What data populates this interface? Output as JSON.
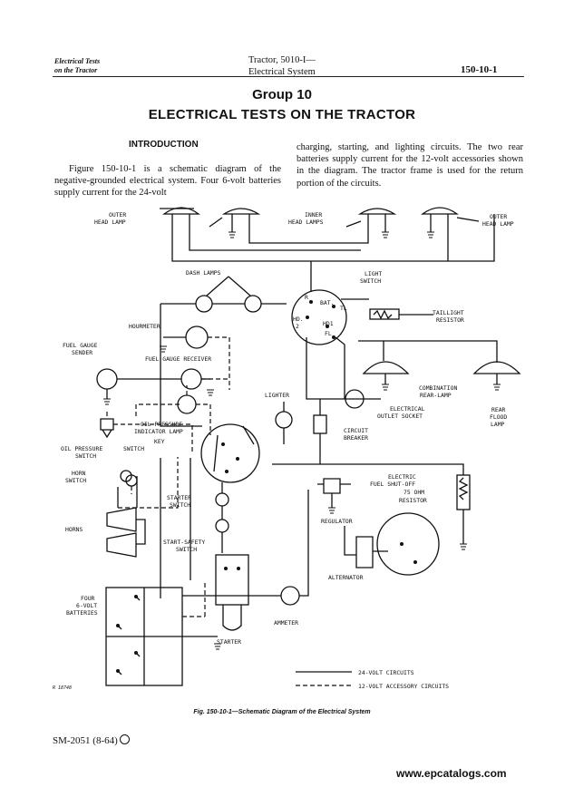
{
  "header": {
    "left_line1": "Electrical Tests",
    "left_line2": "on the Tractor",
    "center_line1": "Tractor, 5010-I—",
    "center_line2": "Electrical System",
    "right": "150-10-1"
  },
  "group_title": "Group 10",
  "section_title": "ELECTRICAL TESTS ON THE TRACTOR",
  "intro_heading": "INTRODUCTION",
  "para_left": "Figure 150-10-1 is a schematic diagram of the negative-grounded electrical system. Four 6-volt batteries supply current for the 24-volt",
  "para_right": "charging, starting, and lighting circuits. The two rear batteries supply current for the 12-volt accessories shown in the diagram. The tractor frame is used for the return portion of the circuits.",
  "diagram_labels": {
    "outer_head_lamp_l1": "OUTER",
    "outer_head_lamp_l2": "HEAD LAMP",
    "inner_head_lamps_l1": "INNER",
    "inner_head_lamps_l2": "HEAD LAMPS",
    "outer_head_lamp_r1": "OUTER",
    "outer_head_lamp_r2": "HEAD LAMP",
    "dash_lamps": "DASH LAMPS",
    "light_switch_l1": "LIGHT",
    "light_switch_l2": "SWITCH",
    "sw_r": "R",
    "sw_bat": "BAT.",
    "sw_tl": "TL",
    "sw_hd2_1": "HD.",
    "sw_hd2_2": "2",
    "sw_hd1": "HD1",
    "sw_fl": "FL",
    "taillight_l1": "TAILLIGHT",
    "taillight_l2": "RESISTOR",
    "hourmeter": "HOURMETER",
    "fuel_gauge_sender_l1": "FUEL GAUGE",
    "fuel_gauge_sender_l2": "SENDER",
    "fuel_gauge_receiver": "FUEL GAUGE RECEIVER",
    "combination_l1": "COMBINATION",
    "combination_l2": "REAR-LAMP",
    "rear_flood_l1": "REAR",
    "rear_flood_l2": "FLOOD",
    "rear_flood_l3": "LAMP",
    "electrical_outlet_l1": "ELECTRICAL",
    "electrical_outlet_l2": "OUTLET SOCKET",
    "lighter": "LIGHTER",
    "oil_pressure_lamp_l1": "OIL PRESSURE",
    "oil_pressure_lamp_l2": "INDICATOR LAMP",
    "key_switch_l1": "KEY",
    "key_switch_l2": "SWITCH",
    "circuit_breaker_l1": "CIRCUIT",
    "circuit_breaker_l2": "BREAKER",
    "oil_pressure_switch_l1": "OIL PRESSURE",
    "oil_pressure_switch_l2": "SWITCH",
    "horn_switch_l1": "HORN",
    "horn_switch_l2": "SWITCH",
    "electric_fuel_l1": "ELECTRIC",
    "electric_fuel_l2": "FUEL SHUT-OFF",
    "resistor_l1": "75 OHM",
    "resistor_l2": "RESISTOR",
    "starter_switch_l1": "STARTER",
    "starter_switch_l2": "SWITCH",
    "horns": "HORNS",
    "regulator": "REGULATOR",
    "start_safety_l1": "START-SAFETY",
    "start_safety_l2": "SWITCH",
    "alternator": "ALTERNATOR",
    "batteries_l1": "FOUR",
    "batteries_l2": "6-VOLT",
    "batteries_l3": "BATTERIES",
    "ammeter": "AMMETER",
    "starter": "STARTER",
    "legend_24v": "24-VOLT CIRCUITS",
    "legend_12v": "12-VOLT ACCESSORY CIRCUITS",
    "ref_code": "R 18748"
  },
  "caption": "Fig. 150-10-1—Schematic Diagram of the Electrical System",
  "footer_left": "SM-2051   (8-64)",
  "footer_right": "www.epcatalogs.com"
}
